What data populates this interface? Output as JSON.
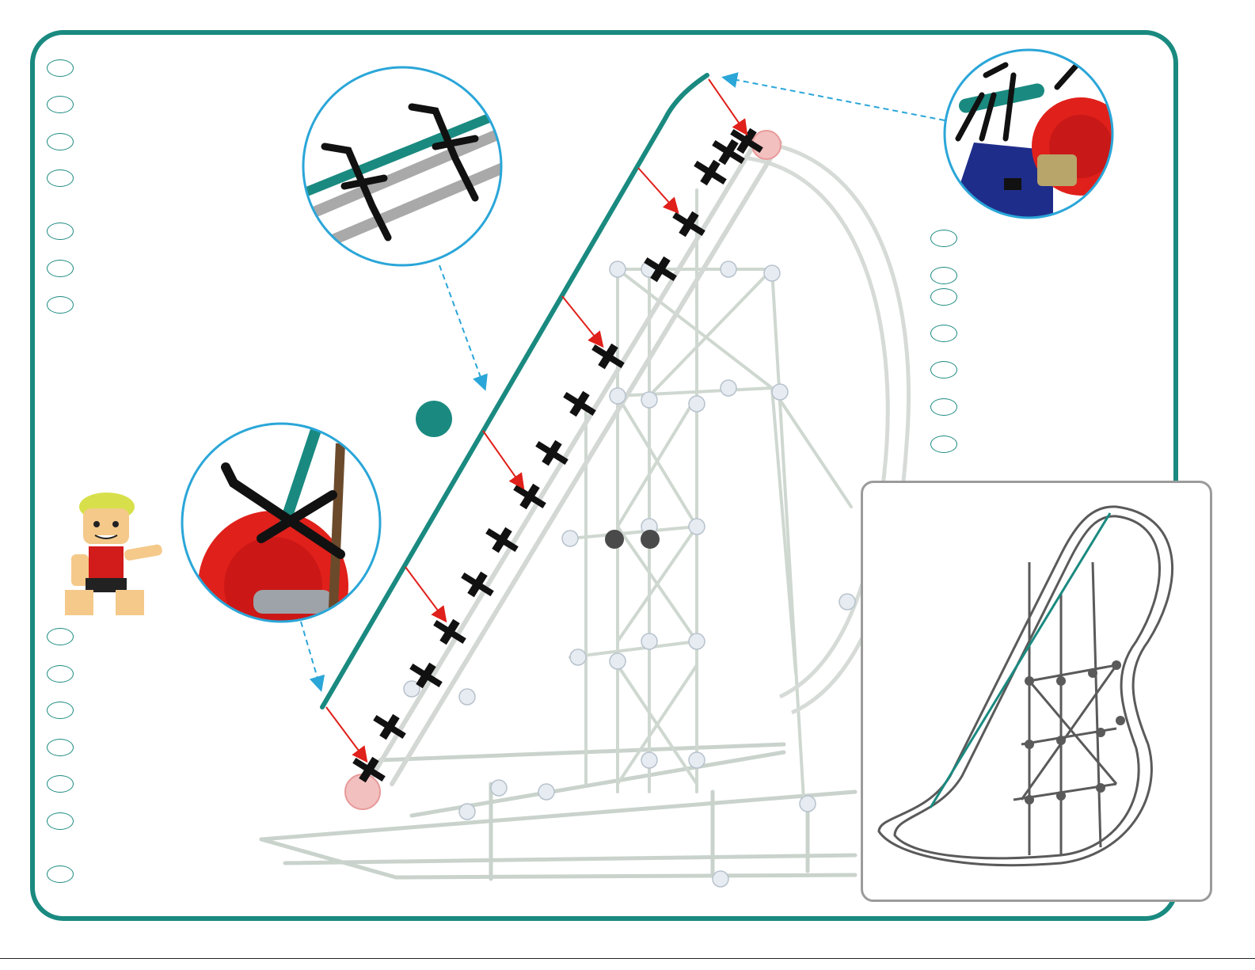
{
  "colors": {
    "frame": "#1a8a80",
    "teal_rail": "#1a8a80",
    "callout_circle": "#2aa6d8",
    "red_arrow": "#e0201a",
    "clip": "#111111",
    "gear": "#e0201a",
    "frame_bars": "#c9d3cc",
    "connector_hub": "#dfe7ee",
    "inset_border": "#9b9b9b",
    "inset_structure": "#5a5a5a"
  },
  "icons": {
    "teal_ball": "teal-ball-icon",
    "grey_balls": "grey-ball-icon",
    "character": "builder-character-icon",
    "clip": "rail-clip-icon",
    "gear": "red-gear-icon"
  },
  "step_ovals_left_count": 7,
  "step_ovals_right_count": 7,
  "step_ovals_bottom_count": 7,
  "callouts": [
    "top-right-detail",
    "upper-left-detail",
    "lower-left-detail"
  ]
}
